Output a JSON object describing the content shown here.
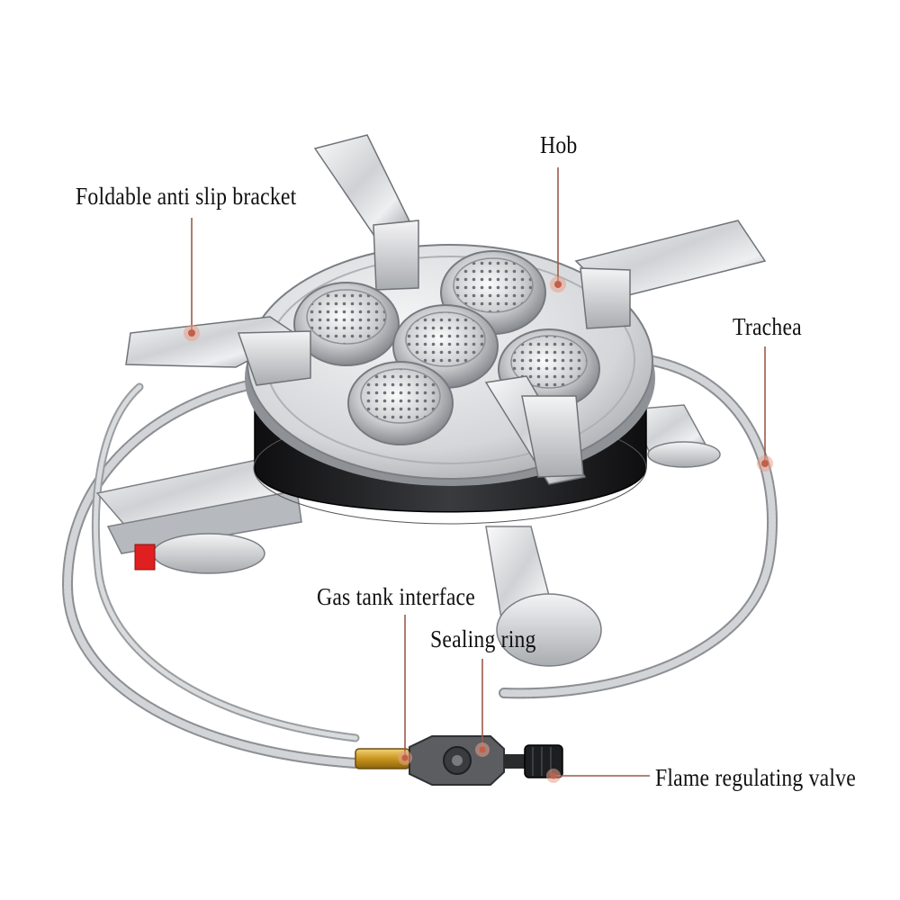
{
  "labels": {
    "hob": "Hob",
    "bracket": "Foldable anti slip bracket",
    "trachea": "Trachea",
    "gas_interface": "Gas tank interface",
    "sealing_ring": "Sealing ring",
    "valve": "Flame regulating valve"
  },
  "colors": {
    "leader_line": "#9c5a4a",
    "marker": "#e8a08c",
    "steel_light": "#f0f0f2",
    "steel_mid": "#c4c6ca",
    "steel_dark": "#8a8d92",
    "body_black": "#1c1c1e",
    "hose": "#b9bcc0",
    "brass": "#d4a52a",
    "red_tab": "#e02020"
  }
}
